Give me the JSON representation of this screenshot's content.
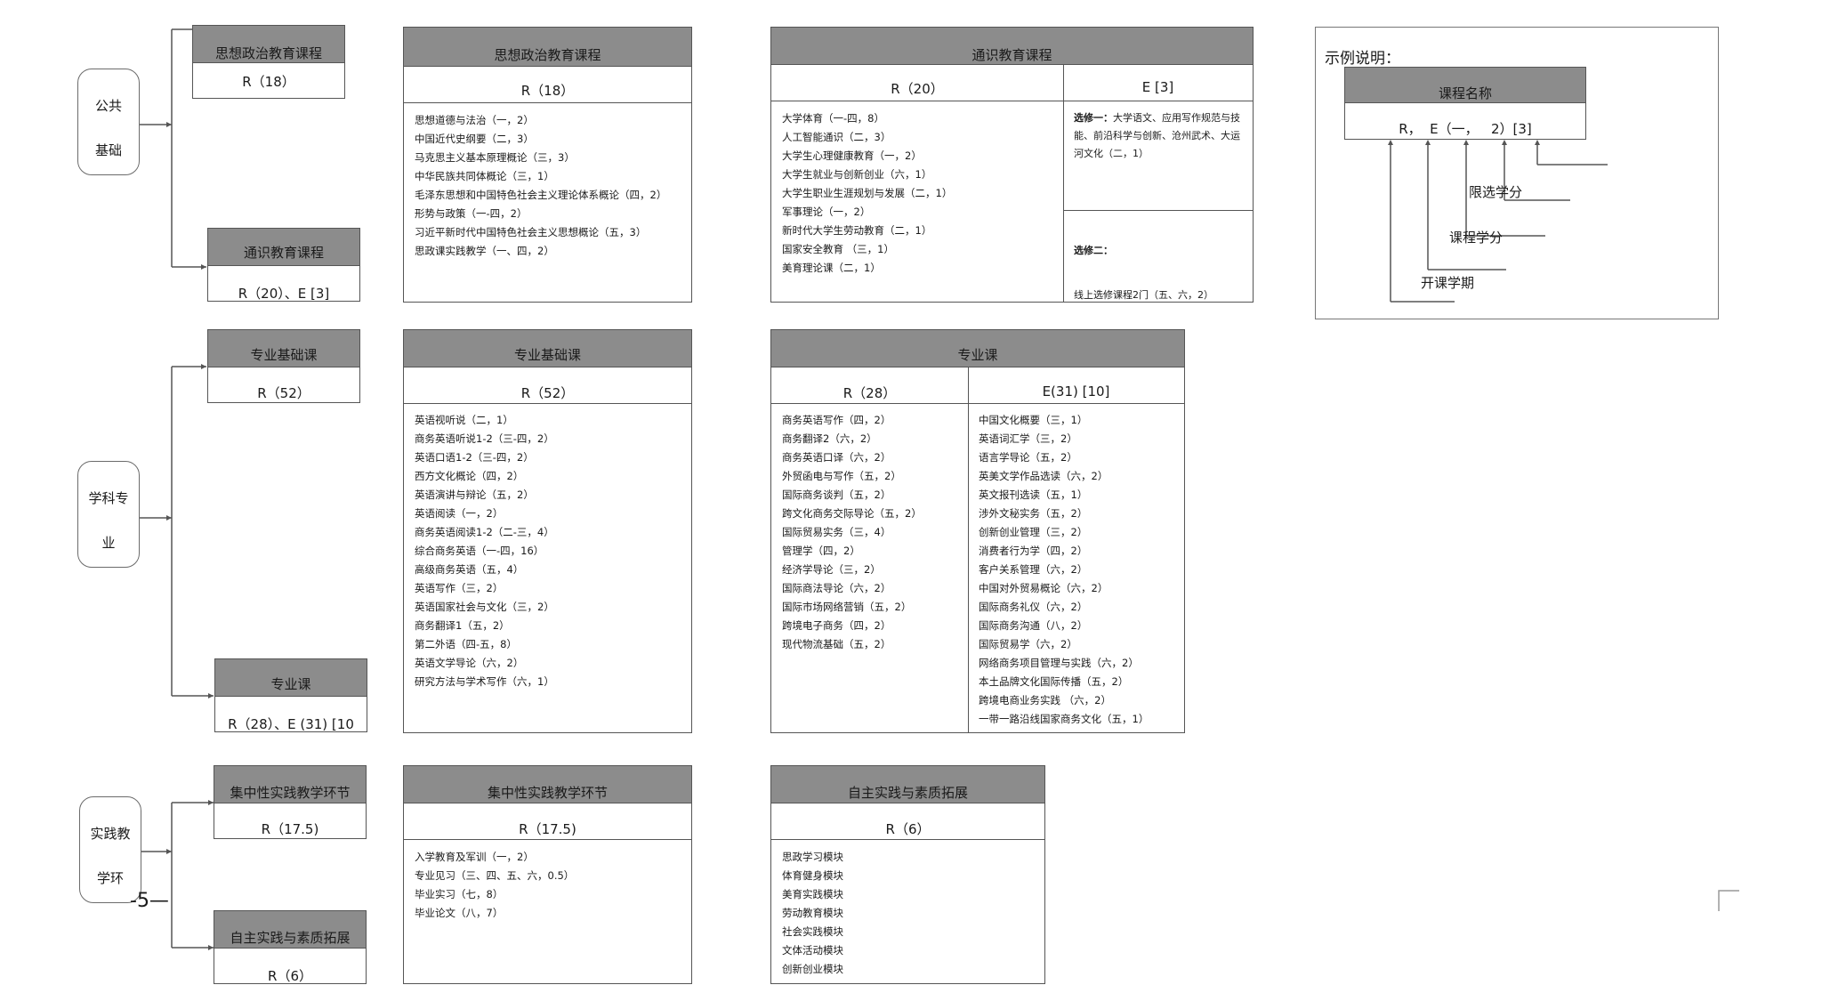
{
  "categories": {
    "public": {
      "line1": "公共",
      "line2": "基础"
    },
    "major": {
      "line1": "学科专",
      "line2": "业"
    },
    "practice": {
      "line1": "实践教",
      "line2": "学环"
    }
  },
  "page_number": "-5—",
  "summaries": {
    "ideo": {
      "title": "思想政治教育课程",
      "value": "R（18）"
    },
    "general": {
      "title": "通识教育课程",
      "value": "R（20）、E [3]"
    },
    "major_basic": {
      "title": "专业基础课",
      "value": "R（52）"
    },
    "major_course": {
      "title": "专业课",
      "value": "R（28）、E (31) [10"
    },
    "intensive": {
      "title": "集中性实践教学环节",
      "value": "R（17.5)"
    },
    "autonomous": {
      "title": "自主实践与素质拓展",
      "value": "R（6）"
    }
  },
  "details": {
    "ideo": {
      "title": "思想政治教育课程",
      "required": "R（18）",
      "items": [
        "思想道德与法治（一，2）",
        "中国近代史纲要（二，3）",
        "马克思主义基本原理概论（三，3）",
        "中华民族共同体概论（三，1）",
        "毛泽东思想和中国特色社会主义理论体系概论（四，2）",
        "形势与政策（一-四，2）",
        "习近平新时代中国特色社会主义思想概论（五，3）",
        "思政课实践教学（一、四，2）"
      ]
    },
    "general": {
      "title": "通识教育课程",
      "required": "R（20）",
      "elective": "E [3]",
      "items": [
        "大学体育（一-四，8）",
        "人工智能通识（二，3）",
        "大学生心理健康教育（一，2）",
        "大学生就业与创新创业（六，1）",
        "大学生职业生涯规划与发展（二，1）",
        "军事理论（一，2）",
        "新时代大学生劳动教育（二，1）",
        "国家安全教育 （三，1）",
        "美育理论课（二，1）"
      ],
      "elective1_label": "选修一：",
      "elective1_text": "大学语文、应用写作规范与技能、前沿科学与创新、沧州武术、大运河文化（二，1）",
      "elective2_label": "选修二：",
      "elective2_text": "线上选修课程2门（五、六，2）"
    },
    "major_basic": {
      "title": "专业基础课",
      "required": "R（52）",
      "items": [
        "英语视听说（二，1）",
        "商务英语听说1-2（三-四，2）",
        "英语口语1-2（三-四，2）",
        "西方文化概论（四，2）",
        "英语演讲与辩论（五，2）",
        "英语阅读（一，2）",
        "商务英语阅读1-2（二-三，4）",
        "综合商务英语（一-四，16）",
        "高级商务英语（五，4）",
        "英语写作（三，2）",
        "英语国家社会与文化（三，2）",
        "商务翻译1（五，2）",
        "第二外语（四-五，8）",
        "英语文学导论（六，2）",
        "研究方法与学术写作（六，1）"
      ]
    },
    "major_course": {
      "title": "专业课",
      "required": "R（28）",
      "elective": "E(31) [10]",
      "required_items": [
        "商务英语写作（四，2）",
        "商务翻译2（六，2）",
        "商务英语口译（六，2）",
        "外贸函电与写作（五，2）",
        "国际商务谈判（五，2）",
        "跨文化商务交际导论（五，2）",
        "国际贸易实务（三，4）",
        "管理学（四，2）",
        "经济学导论（三，2）",
        "国际商法导论（六，2）",
        "国际市场网络营销（五，2）",
        "跨境电子商务（四，2）",
        "现代物流基础（五，2）"
      ],
      "elective_items": [
        "中国文化概要（三，1）",
        "英语词汇学（三，2）",
        "语言学导论（五，2）",
        "英美文学作品选读（六，2）",
        "英文报刊选读（五，1）",
        "涉外文秘实务（五，2）",
        "创新创业管理（三，2）",
        "消费者行为学（四，2）",
        "客户关系管理（六，2）",
        "中国对外贸易概论（六，2）",
        "国际商务礼仪（六，2）",
        "国际商务沟通（八，2）",
        "国际贸易学（六，2）",
        "网络商务项目管理与实践（六，2）",
        "本土品牌文化国际传播（五，2）",
        "跨境电商业务实践 （六，2）",
        "一带一路沿线国家商务文化（五，1）"
      ]
    },
    "intensive": {
      "title": "集中性实践教学环节",
      "required": "R（17.5)",
      "items": [
        "入学教育及军训（一，2）",
        "专业见习（三、四、五、六，0.5）",
        "毕业实习（七，8）",
        "毕业论文（八，7）"
      ]
    },
    "autonomous": {
      "title": "自主实践与素质拓展",
      "required": "R（6）",
      "items": [
        "思政学习模块",
        "体育健身模块",
        "美育实践模块",
        "劳动教育模块",
        "社会实践模块",
        "文体活动模块",
        "创新创业模块"
      ]
    }
  },
  "legend": {
    "title": "示例说明：",
    "course_name": "课程名称",
    "format": "R，  E（一，   2）[3]",
    "limited_credit": "限选学分",
    "course_credit": "课程学分",
    "semester": "开课学期"
  }
}
